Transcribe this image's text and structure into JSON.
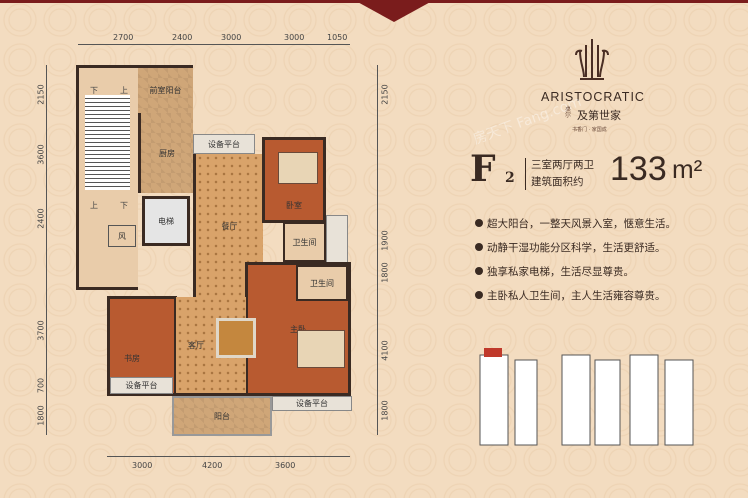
{
  "brand": {
    "name": "ARISTOCRATIC",
    "chinese": "及第世家",
    "small_left": "桌尔",
    "tagline": "书香门 · 家国成"
  },
  "unit": {
    "code": "F",
    "sub": "2",
    "layout": "三室两厅两卫",
    "area_label": "建筑面积约",
    "area": "133",
    "area_unit": "m²"
  },
  "features": [
    "超大阳台，一整天风景入室，惬意生活。",
    "动静干湿功能分区科学，生活更舒适。",
    "独享私家电梯，生活尽显尊贵。",
    "主卧私人卫生间，主人生活雍容尊贵。"
  ],
  "rooms": {
    "front_balcony": "前室阳台",
    "kitchen": "厨房",
    "elevator": "电梯",
    "wind": "风",
    "up1": "上",
    "down1": "下",
    "up2": "上",
    "down2": "下",
    "equip_top": "设备平台",
    "dining": "餐厅",
    "bedroom": "卧室",
    "bath1": "卫生间",
    "bath2": "卫生间",
    "master": "主卧",
    "study": "书房",
    "living": "客厅",
    "equip_left": "设备平台",
    "balcony": "阳台",
    "equip_right": "设备平台"
  },
  "dims": {
    "top": [
      "2700",
      "2400",
      "3000",
      "3000",
      "1050"
    ],
    "left": [
      "2150",
      "3600",
      "2400",
      "3700",
      "700",
      "1800"
    ],
    "right": [
      "2150",
      "1900",
      "1800",
      "4100",
      "1800"
    ],
    "bottom": [
      "3000",
      "4200",
      "3600"
    ]
  },
  "colors": {
    "accent": "#7a1c1c",
    "background": "#f3dcc0",
    "wood_floor": "#b85a30",
    "key_highlight": "#c0392b"
  },
  "watermark": "房天下 Fang.com"
}
